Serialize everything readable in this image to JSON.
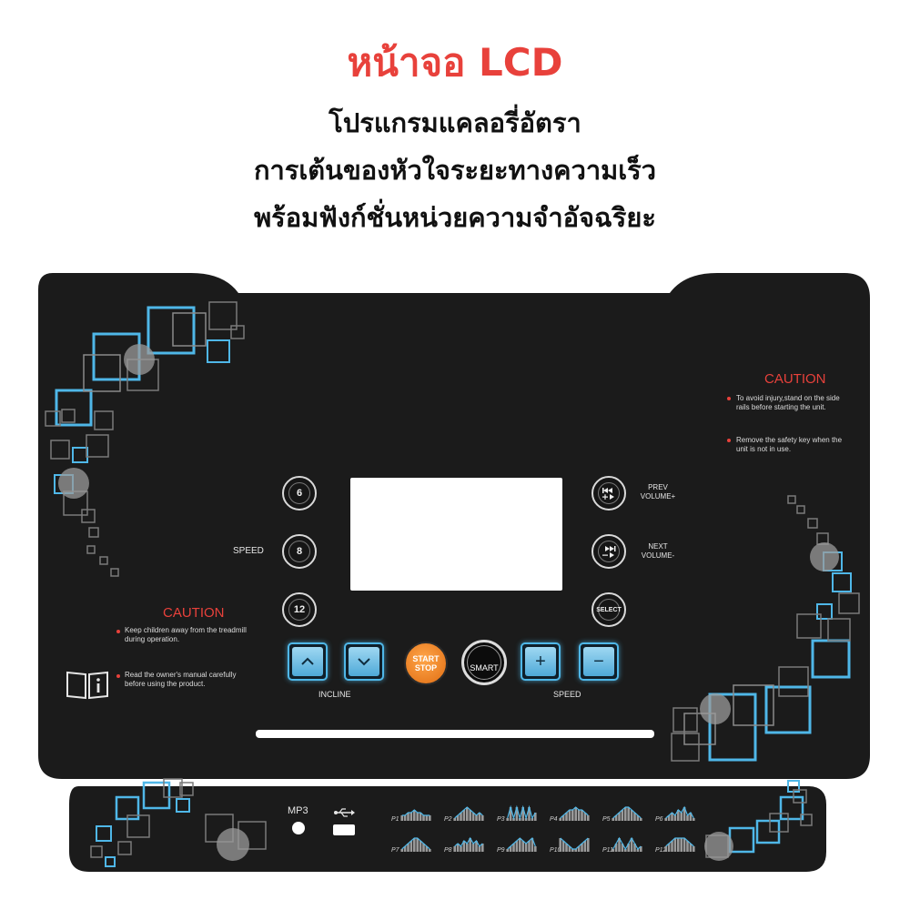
{
  "header": {
    "title": "หน้าจอ LCD",
    "line1": "โปรแกรมแคลอรี่อัตรา",
    "line2": "การเต้นของหัวใจระยะทางความเร็ว",
    "line3": "พร้อมฟังก์ชั่นหน่วยความจำอัจฉริยะ"
  },
  "colors": {
    "headline_red": "#e8413b",
    "panel_black": "#1b1b1b",
    "accent_blue": "#4fb7e8",
    "start_orange": "#f08a2c"
  },
  "console": {
    "left_speed_label": "SPEED",
    "speed_presets": [
      "6",
      "8",
      "12"
    ],
    "right_buttons": {
      "prev_label_1": "PREV",
      "prev_label_2": "VOLUME+",
      "next_label_1": "NEXT",
      "next_label_2": "VOLUME-",
      "select_label": "SELECT"
    },
    "start_label_1": "START",
    "start_label_2": "STOP",
    "smart_label": "SMART",
    "incline_label": "INCLINE",
    "speed_label": "SPEED",
    "plus_symbol": "+",
    "minus_symbol": "−",
    "caution_left": {
      "title": "CAUTION",
      "item1_line1": "Keep children away from the treadmill",
      "item1_line2": "during operation.",
      "item2_line1": "Read the owner's manual carefully",
      "item2_line2": "before using the product."
    },
    "caution_right": {
      "title": "CAUTION",
      "item1_line1": "To avoid injury,stand on the side",
      "item1_line2": "rails before starting the unit.",
      "item2_line1": "Remove the safety key when the",
      "item2_line2": "unit is not in use."
    },
    "info_icon": "manual-info-icon"
  },
  "lower_panel": {
    "mp3_label": "MP3",
    "usb_icon": "usb-icon",
    "programs": [
      {
        "label": "P1",
        "profile": [
          2,
          2,
          3,
          3,
          4,
          3,
          3,
          2,
          2,
          2
        ]
      },
      {
        "label": "P2",
        "profile": [
          1,
          2,
          3,
          4,
          5,
          4,
          3,
          2,
          3,
          2
        ]
      },
      {
        "label": "P3",
        "profile": [
          1,
          5,
          1,
          5,
          1,
          5,
          1,
          5,
          1,
          3
        ]
      },
      {
        "label": "P4",
        "profile": [
          1,
          2,
          3,
          4,
          4,
          5,
          4,
          4,
          3,
          2
        ]
      },
      {
        "label": "P5",
        "profile": [
          1,
          2,
          3,
          4,
          5,
          5,
          4,
          3,
          2,
          1
        ]
      },
      {
        "label": "P6",
        "profile": [
          1,
          2,
          3,
          2,
          4,
          3,
          5,
          2,
          3,
          1
        ]
      },
      {
        "label": "P7",
        "profile": [
          1,
          2,
          3,
          4,
          5,
          5,
          4,
          3,
          2,
          1
        ]
      },
      {
        "label": "P8",
        "profile": [
          2,
          3,
          2,
          4,
          3,
          5,
          3,
          4,
          2,
          3
        ]
      },
      {
        "label": "P9",
        "profile": [
          1,
          2,
          3,
          4,
          5,
          4,
          3,
          4,
          5,
          2
        ]
      },
      {
        "label": "P10",
        "profile": [
          5,
          4,
          3,
          2,
          1,
          1,
          2,
          3,
          4,
          5
        ]
      },
      {
        "label": "P11",
        "profile": [
          1,
          3,
          5,
          3,
          1,
          3,
          5,
          3,
          1,
          2
        ]
      },
      {
        "label": "P12",
        "profile": [
          2,
          3,
          4,
          5,
          5,
          5,
          5,
          4,
          3,
          2
        ]
      }
    ]
  }
}
